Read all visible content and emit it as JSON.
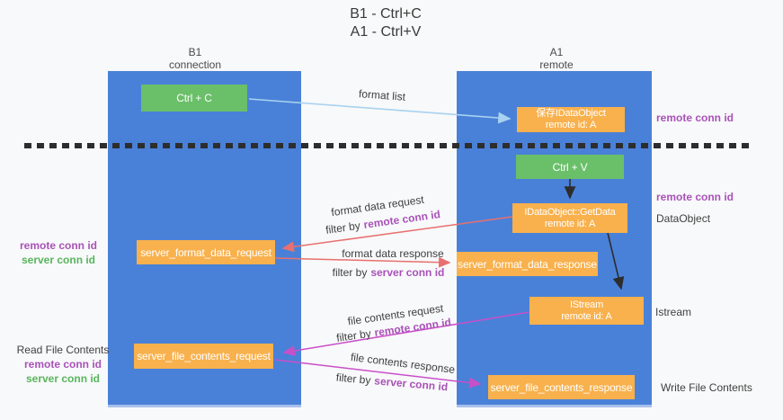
{
  "title": {
    "line1": "B1 - Ctrl+C",
    "line2": "A1 - Ctrl+V"
  },
  "lifelines": {
    "left": {
      "name": "B1",
      "role": "connection"
    },
    "right": {
      "name": "A1",
      "role": "remote"
    }
  },
  "nodes": {
    "ctrl_c": "Ctrl + C",
    "ctrl_v": "Ctrl + V",
    "save_idataobject": {
      "line1": "保存IDataObject",
      "line2": "remote id: A"
    },
    "idataobject_getdata": {
      "line1": "IDataObject::GetData",
      "line2": "remote id: A"
    },
    "istream": {
      "line1": "IStream",
      "line2": "remote id: A"
    },
    "server_format_data_request": "server_format_data_request",
    "server_format_data_response": "server_format_data_response",
    "server_file_contents_request": "server_file_contents_request",
    "server_file_contents_response": "server_file_contents_response"
  },
  "labels": {
    "format_list": "format list",
    "format_data_request": "format data request",
    "format_data_response": "format data response",
    "file_contents_request": "file contents request",
    "file_contents_response": "file contents response",
    "filter_by": "filter by",
    "remote_conn_id": "remote conn id",
    "server_conn_id": "server conn id",
    "dataobject": "DataObject",
    "istream": "Istream",
    "read_file_contents": "Read File Contents",
    "write_file_contents": "Write File Contents"
  },
  "colors": {
    "lifeline_blue": "#4a81d8",
    "node_green": "#6abf69",
    "node_orange": "#f8b14d",
    "arrow_blue": "#a8d2f0",
    "arrow_red": "#e87070",
    "arrow_magenta": "#c94fc9",
    "conn_purple": "#a952b8",
    "conn_green": "#58b55c"
  }
}
